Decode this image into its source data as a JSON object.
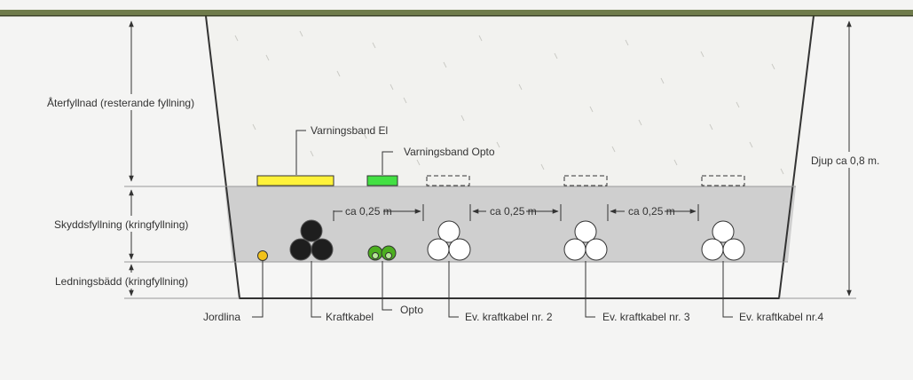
{
  "layers": {
    "backfill": "Återfyllnad (resterande fyllning)",
    "protective_fill": "Skyddsfyllning (kringfyllning)",
    "cable_bed": "Ledningsbädd (kringfyllning)"
  },
  "depth_label": "Djup ca 0,8 m.",
  "warning_tapes": {
    "electric": "Varningsband El",
    "opto": "Varningsband Opto"
  },
  "spacings": [
    "ca 0,25 m",
    "ca 0,25 m",
    "ca 0,25 m"
  ],
  "cables": {
    "ground_wire": "Jordlina",
    "power_cable": "Kraftkabel",
    "opto": "Opto",
    "future_cables": [
      "Ev. kraftkabel nr. 2",
      "Ev. kraftkabel nr. 3",
      "Ev. kraftkabel nr.4"
    ]
  },
  "colors": {
    "grass": "#6f7b4b",
    "backfill": "#f2f2ef",
    "protective_fill": "#cfcfcf",
    "cable_bed": "#f6f6f5",
    "ground_wire": "#f2c21a",
    "power_cable": "#1e1e1e",
    "opto": "#4caf1f",
    "tape_el": "#fff23a",
    "tape_opto": "#43e043"
  }
}
